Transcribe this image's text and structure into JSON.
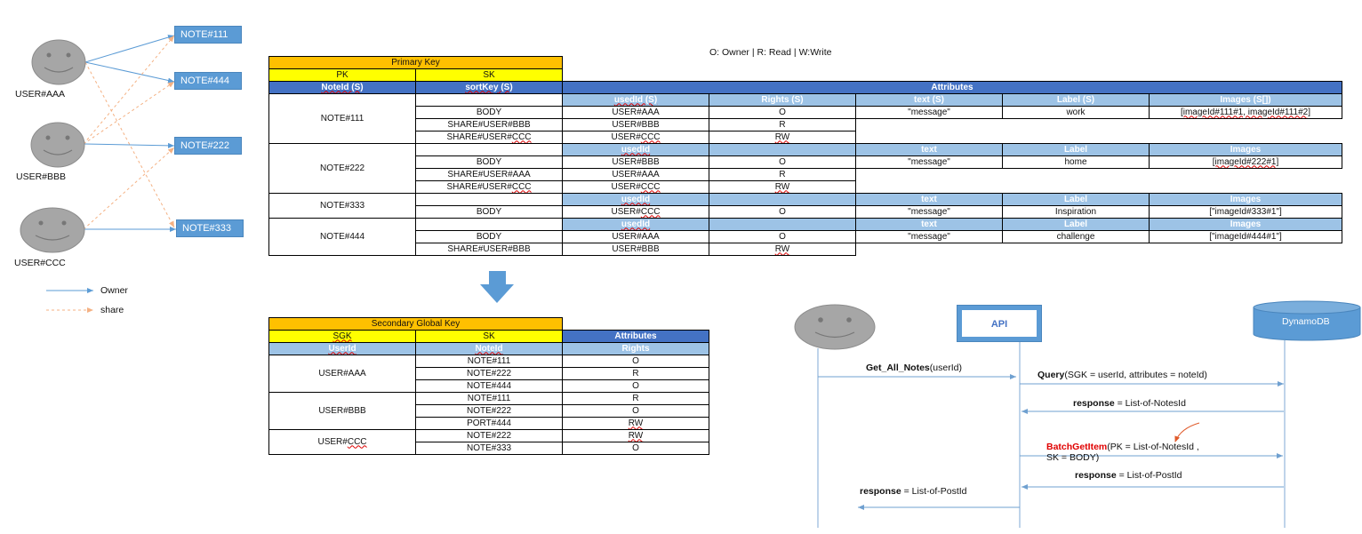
{
  "legend": {
    "owner": "Owner",
    "share": "share"
  },
  "users": [
    "USER#AAA",
    "USER#BBB",
    "USER#CCC"
  ],
  "notes": [
    "NOTE#111",
    "NOTE#444",
    "NOTE#222",
    "NOTE#333"
  ],
  "rights_legend": "O: Owner | R: Read | W:Write",
  "primary": {
    "title": "Primary Key",
    "pk": "PK",
    "sk": "SK",
    "col_noteid": "NoteId (S)",
    "col_sortkey": "sortKey (S)",
    "attributes": "Attributes",
    "hdr_full": [
      "usedId (S)",
      "Rights (S)",
      "text (S)",
      "Label (S)",
      "Images (S[])"
    ],
    "hdr_short": [
      "usedId",
      "",
      "text",
      "Label",
      "Images"
    ],
    "rows": [
      [
        "NOTE#111",
        "BODY",
        "USER#AAA",
        "O",
        "\"message\"",
        "work",
        "[imageId#111#1, imageId#111#2]"
      ],
      [
        "",
        "SHARE#USER#BBB",
        "USER#BBB",
        "R"
      ],
      [
        "",
        "SHARE#USER#CCC",
        "USER#CCC",
        "RW"
      ],
      [
        "NOTE#222",
        "BODY",
        "USER#BBB",
        "O",
        "\"message\"",
        "home",
        "[imageId#222#1]"
      ],
      [
        "",
        "SHARE#USER#AAA",
        "USER#AAA",
        "R"
      ],
      [
        "",
        "SHARE#USER#CCC",
        "USER#CCC",
        "RW"
      ],
      [
        "NOTE#333",
        "BODY",
        "USER#CCC",
        "O",
        "\"message\"",
        "Inspiration",
        "[\"imageId#333#1\"]"
      ],
      [
        "NOTE#444",
        "BODY",
        "USER#AAA",
        "O",
        "\"message\"",
        "challenge",
        "[\"imageId#444#1\"]"
      ],
      [
        "",
        "SHARE#USER#BBB",
        "USER#BBB",
        "RW"
      ]
    ]
  },
  "secondary": {
    "title": "Secondary Global Key",
    "sgk": "SGK",
    "sk": "SK",
    "attributes": "Attributes",
    "col_userid": "UserId",
    "col_noteid": "NoteId",
    "col_rights": "Rights",
    "groups": [
      {
        "user": "USER#AAA",
        "rows": [
          [
            "NOTE#111",
            "O"
          ],
          [
            "NOTE#222",
            "R"
          ],
          [
            "NOTE#444",
            "O"
          ]
        ]
      },
      {
        "user": "USER#BBB",
        "rows": [
          [
            "NOTE#111",
            "R"
          ],
          [
            "NOTE#222",
            "O"
          ],
          [
            "PORT#444",
            "RW"
          ]
        ]
      },
      {
        "user": "USER#CCC",
        "rows": [
          [
            "NOTE#222",
            "RW"
          ],
          [
            "NOTE#333",
            "O"
          ]
        ]
      }
    ]
  },
  "sequence": {
    "api": "API",
    "db": "DynamoDB",
    "m1_bold": "Get_All_Notes",
    "m1_rest": "(userId)",
    "m2_bold": "Query",
    "m2_rest": "(SGK = userId, attributes = noteId)",
    "m3_bold": "response",
    "m3_rest": " = List-of-NotesId",
    "m4_bold": "BatchGetItem",
    "m4_rest": "(PK = List-of-NotesId ,",
    "m4_line2": "SK = BODY)",
    "m5_bold": "response",
    "m5_rest": " = List-of-PostId",
    "m6_bold": "response",
    "m6_rest": " = List-of-PostId"
  }
}
